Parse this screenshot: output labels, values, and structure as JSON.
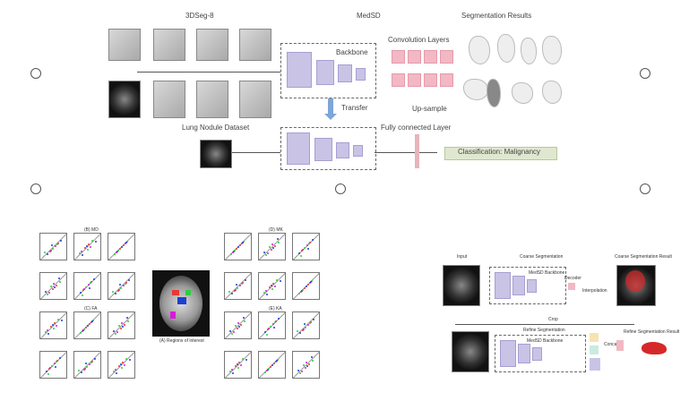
{
  "panel_a": {
    "dataset_label": "3DSeg-8",
    "model_label": "MedSD",
    "results_label": "Segmentation Results",
    "backbone_label": "Backbone",
    "conv_label": "Convolution Layers",
    "upsample_label": "Up-sample",
    "transfer_label": "Transfer",
    "lung_label": "Lung Nodule Dataset",
    "fc_label": "Fully connected Layer",
    "classification_label": "Classification: Malignancy",
    "colors": {
      "backbone": "#c9c3e6",
      "conv": "#f2b8c4",
      "classification": "#dfe8cf",
      "transfer_arrow": "#7ea6d8"
    }
  },
  "panel_b": {
    "roi_caption": "(A) Regions of interest",
    "left_titles": [
      "(B) MD",
      "(C) FA"
    ],
    "right_titles": [
      "(D) MK",
      "(E) KA"
    ]
  },
  "panel_c": {
    "input_label": "Input",
    "coarse_label": "Coarse Segmentation",
    "coarse_result_label": "Coarse Segmentation Result",
    "backbone1_label": "MedSD Backbone",
    "decoder_label": "Decoder",
    "interp_label": "Interpolation",
    "crop_label": "Crop",
    "refine_label": "Refine Segmentation",
    "backbone2_label": "MedSD Backbone",
    "concat_label": "Concat",
    "refine_result_label": "Refine Segmentation Result",
    "colors": {
      "result_red": "#d62828"
    }
  }
}
